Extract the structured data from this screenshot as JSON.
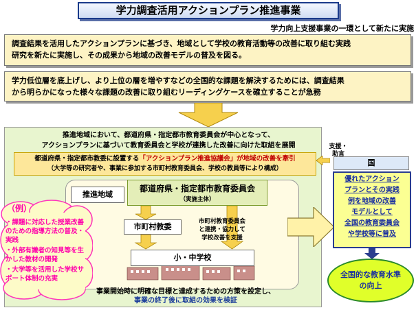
{
  "title": "学力調査活用アクションプラン推進事業",
  "subtitle": "学力向上支援事業の一環として新たに実施",
  "intro": {
    "line1": "調査結果を活用したアクションプランに基づき、地域として学校の教育活動等の改善に取り組む実践",
    "line2": "研究を新たに実施し、その成果から地域の改善モデルの普及を図る。"
  },
  "issue": {
    "line1": "学力低位層を底上げし、より上位の層を増やすなどの全国的な課題を解決するためには、調査結果",
    "line2": "から明らかになった様々な課題の改善に取り組むリーディングケースを確立することが急務"
  },
  "main": {
    "line1": "推進地域において、都道府県・指定都市教育委員会が中心となって、",
    "line2": "アクションプランに基づいて教育委員会と学校が連携した改善に向けた取組を展開"
  },
  "council": {
    "prefix": "都道府県・指定都市教委に設置する",
    "highlight": "「アクションプラン推進協議会」が地域の改善を牽引",
    "sub": "（大学等の研究者や、事業に参加する市町村教育委員会、学校の教員等により構成）"
  },
  "support": {
    "line1": "支援・",
    "line2": "助言",
    "country": "国"
  },
  "region": {
    "label": "推進地域",
    "board_title": "都道府県・指定都市教育委員会",
    "board_sub": "（実施主体）",
    "city": "市町村教委",
    "city_note_1": "市町村教育委員会",
    "city_note_2": "と連携・協力して",
    "city_note_3": "学校改善を支援",
    "school": "小・中学校"
  },
  "bottom": {
    "line1": "事業開始時に明確な目標と達成するための方策を設定し、",
    "line2": "事業の終了後に取組の効果を検証"
  },
  "examples": {
    "title": "（例）",
    "items": [
      "・課題に対応した授業改善のための指導方法の普及・実践",
      "・外部有識者の知見等を生かした教材の開発",
      "・大学等を活用した学校サポート体制の充実"
    ]
  },
  "model": {
    "line1": "優れたアクション",
    "line2": "プランとその実践",
    "line3": "例を地域の改善",
    "line4": "モデルとして",
    "line5": "全国の教育委員会",
    "line6": "や学校等に普及"
  },
  "goal": {
    "line1": "全国的な教育水準",
    "line2": "の向上"
  },
  "colors": {
    "title_border": "#1a3a8a",
    "info_box": "#fdf3c4",
    "main_panel": "#e8f5cf",
    "council": "#fde79a",
    "arrow": "#f6d04d",
    "pink": "#ff00aa",
    "model_box": "#fbff93",
    "goal": "#e0ff2a"
  }
}
